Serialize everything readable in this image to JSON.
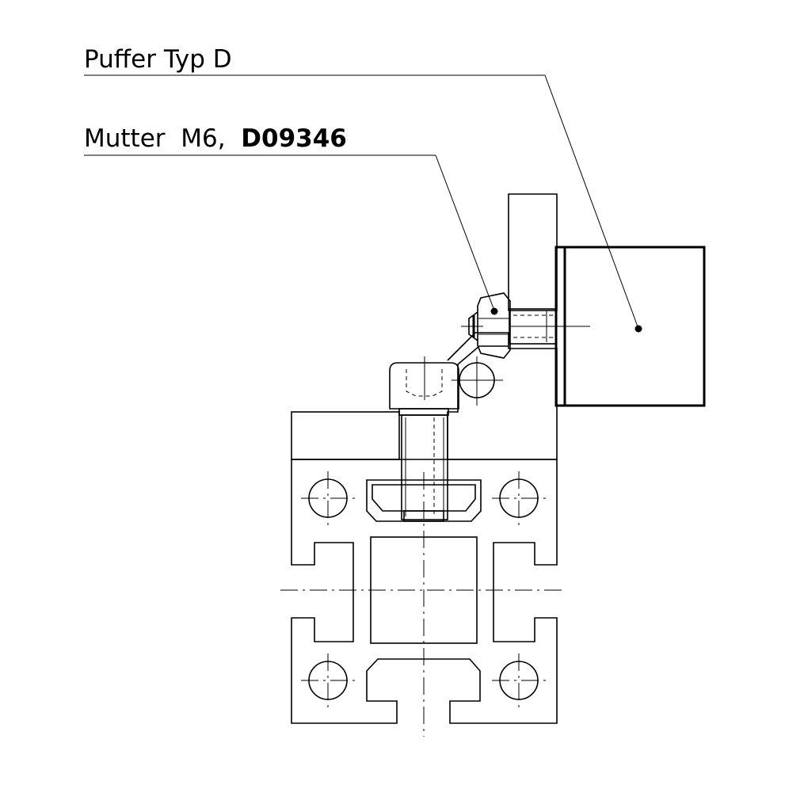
{
  "labels": {
    "buffer": "Puffer  Typ  D",
    "nut_prefix": "Mutter  M6,  ",
    "nut_part_number": "D09346"
  },
  "colors": {
    "line": "#000000",
    "buffer_fill": "#d9d9d9",
    "background": "#ffffff"
  }
}
